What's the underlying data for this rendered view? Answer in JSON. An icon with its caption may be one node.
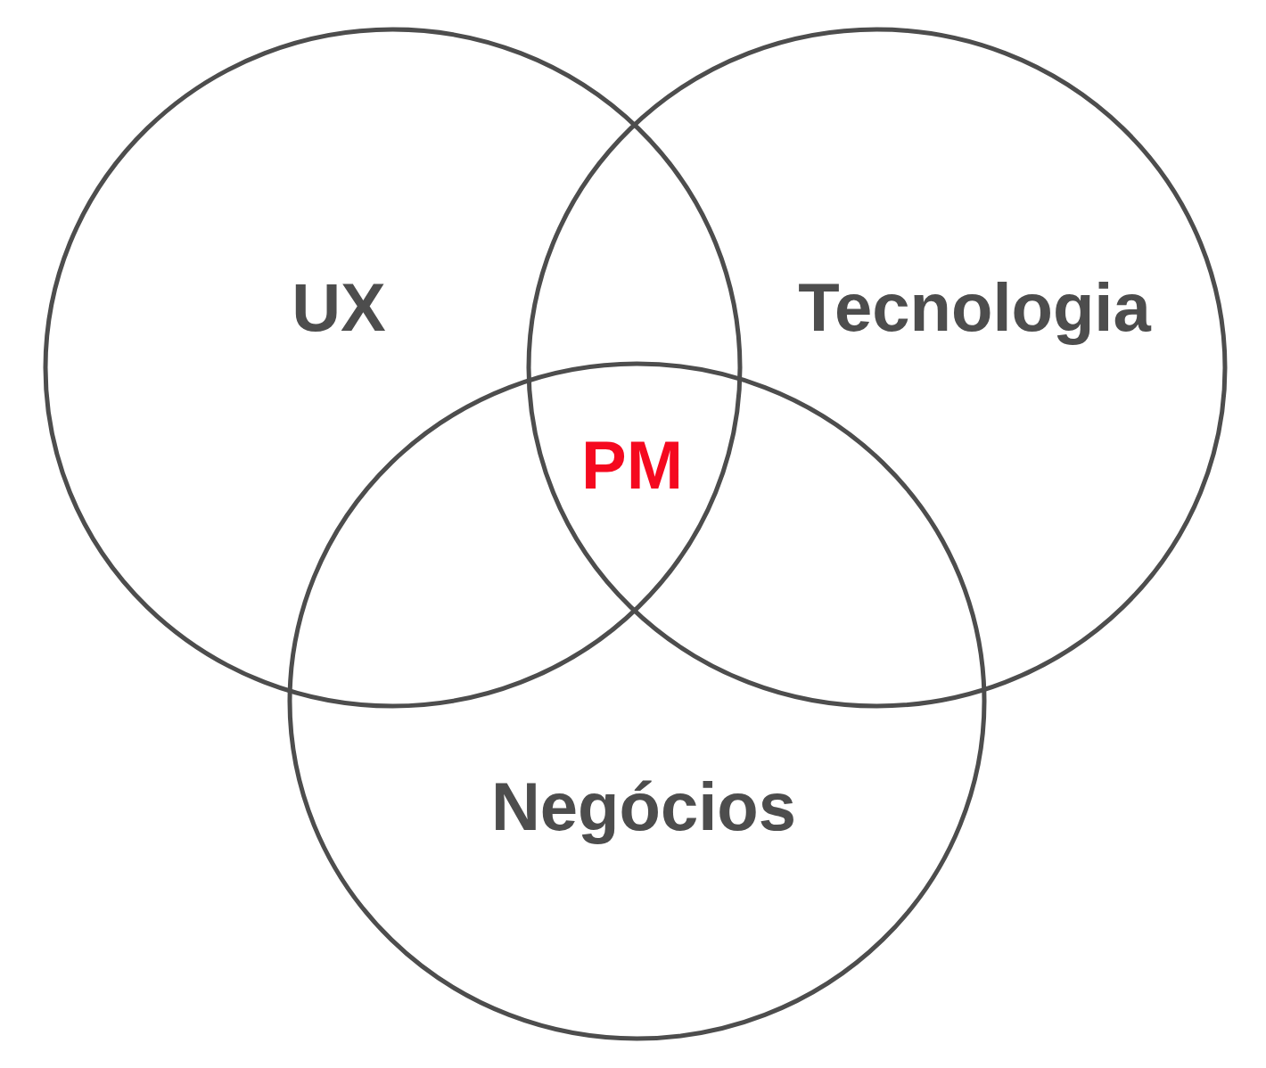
{
  "diagram": {
    "nodes": [
      {
        "text": [
          "UX"
        ]
      },
      {
        "text": [
          "Tecnologia"
        ]
      },
      {
        "text": [
          "Negócios"
        ]
      }
    ],
    "labels": [
      "PM"
    ]
  }
}
